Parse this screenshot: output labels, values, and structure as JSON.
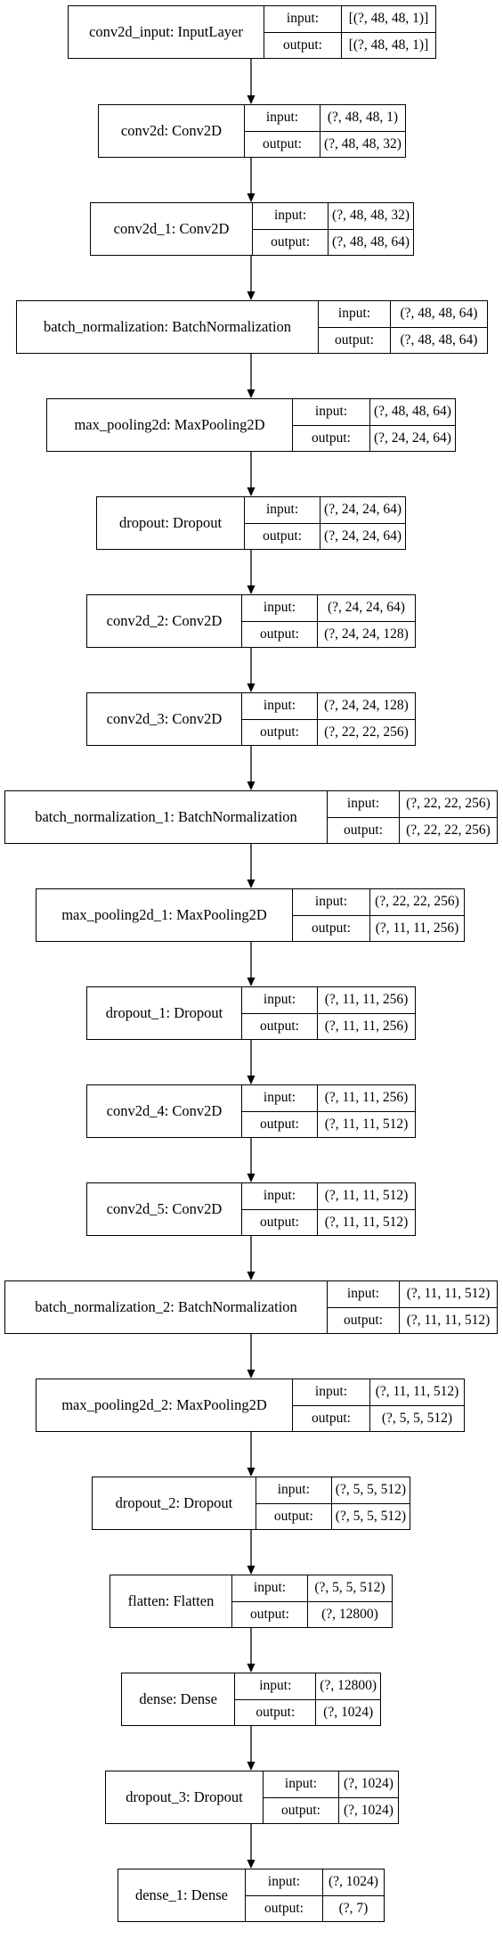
{
  "diagram": {
    "nodes": [
      {
        "name": "conv2d_input: InputLayer",
        "input": "[(?, 48, 48, 1)]",
        "output": "[(?, 48, 48, 1)]"
      },
      {
        "name": "conv2d: Conv2D",
        "input": "(?, 48, 48, 1)",
        "output": "(?, 48, 48, 32)"
      },
      {
        "name": "conv2d_1: Conv2D",
        "input": "(?, 48, 48, 32)",
        "output": "(?, 48, 48, 64)"
      },
      {
        "name": "batch_normalization: BatchNormalization",
        "input": "(?, 48, 48, 64)",
        "output": "(?, 48, 48, 64)"
      },
      {
        "name": "max_pooling2d: MaxPooling2D",
        "input": "(?, 48, 48, 64)",
        "output": "(?, 24, 24, 64)"
      },
      {
        "name": "dropout: Dropout",
        "input": "(?, 24, 24, 64)",
        "output": "(?, 24, 24, 64)"
      },
      {
        "name": "conv2d_2: Conv2D",
        "input": "(?, 24, 24, 64)",
        "output": "(?, 24, 24, 128)"
      },
      {
        "name": "conv2d_3: Conv2D",
        "input": "(?, 24, 24, 128)",
        "output": "(?, 22, 22, 256)"
      },
      {
        "name": "batch_normalization_1: BatchNormalization",
        "input": "(?, 22, 22, 256)",
        "output": "(?, 22, 22, 256)"
      },
      {
        "name": "max_pooling2d_1: MaxPooling2D",
        "input": "(?, 22, 22, 256)",
        "output": "(?, 11, 11, 256)"
      },
      {
        "name": "dropout_1: Dropout",
        "input": "(?, 11, 11, 256)",
        "output": "(?, 11, 11, 256)"
      },
      {
        "name": "conv2d_4: Conv2D",
        "input": "(?, 11, 11, 256)",
        "output": "(?, 11, 11, 512)"
      },
      {
        "name": "conv2d_5: Conv2D",
        "input": "(?, 11, 11, 512)",
        "output": "(?, 11, 11, 512)"
      },
      {
        "name": "batch_normalization_2: BatchNormalization",
        "input": "(?, 11, 11, 512)",
        "output": "(?, 11, 11, 512)"
      },
      {
        "name": "max_pooling2d_2: MaxPooling2D",
        "input": "(?, 11, 11, 512)",
        "output": "(?, 5, 5, 512)"
      },
      {
        "name": "dropout_2: Dropout",
        "input": "(?, 5, 5, 512)",
        "output": "(?, 5, 5, 512)"
      },
      {
        "name": "flatten: Flatten",
        "input": "(?, 5, 5, 512)",
        "output": "(?, 12800)"
      },
      {
        "name": "dense: Dense",
        "input": "(?, 12800)",
        "output": "(?, 1024)"
      },
      {
        "name": "dropout_3: Dropout",
        "input": "(?, 1024)",
        "output": "(?, 1024)"
      },
      {
        "name": "dense_1: Dense",
        "input": "(?, 1024)",
        "output": "(?, 7)"
      }
    ],
    "labels": {
      "input": "input:",
      "output": "output:"
    },
    "colors": {
      "stroke": "#000000",
      "background": "#ffffff"
    }
  }
}
